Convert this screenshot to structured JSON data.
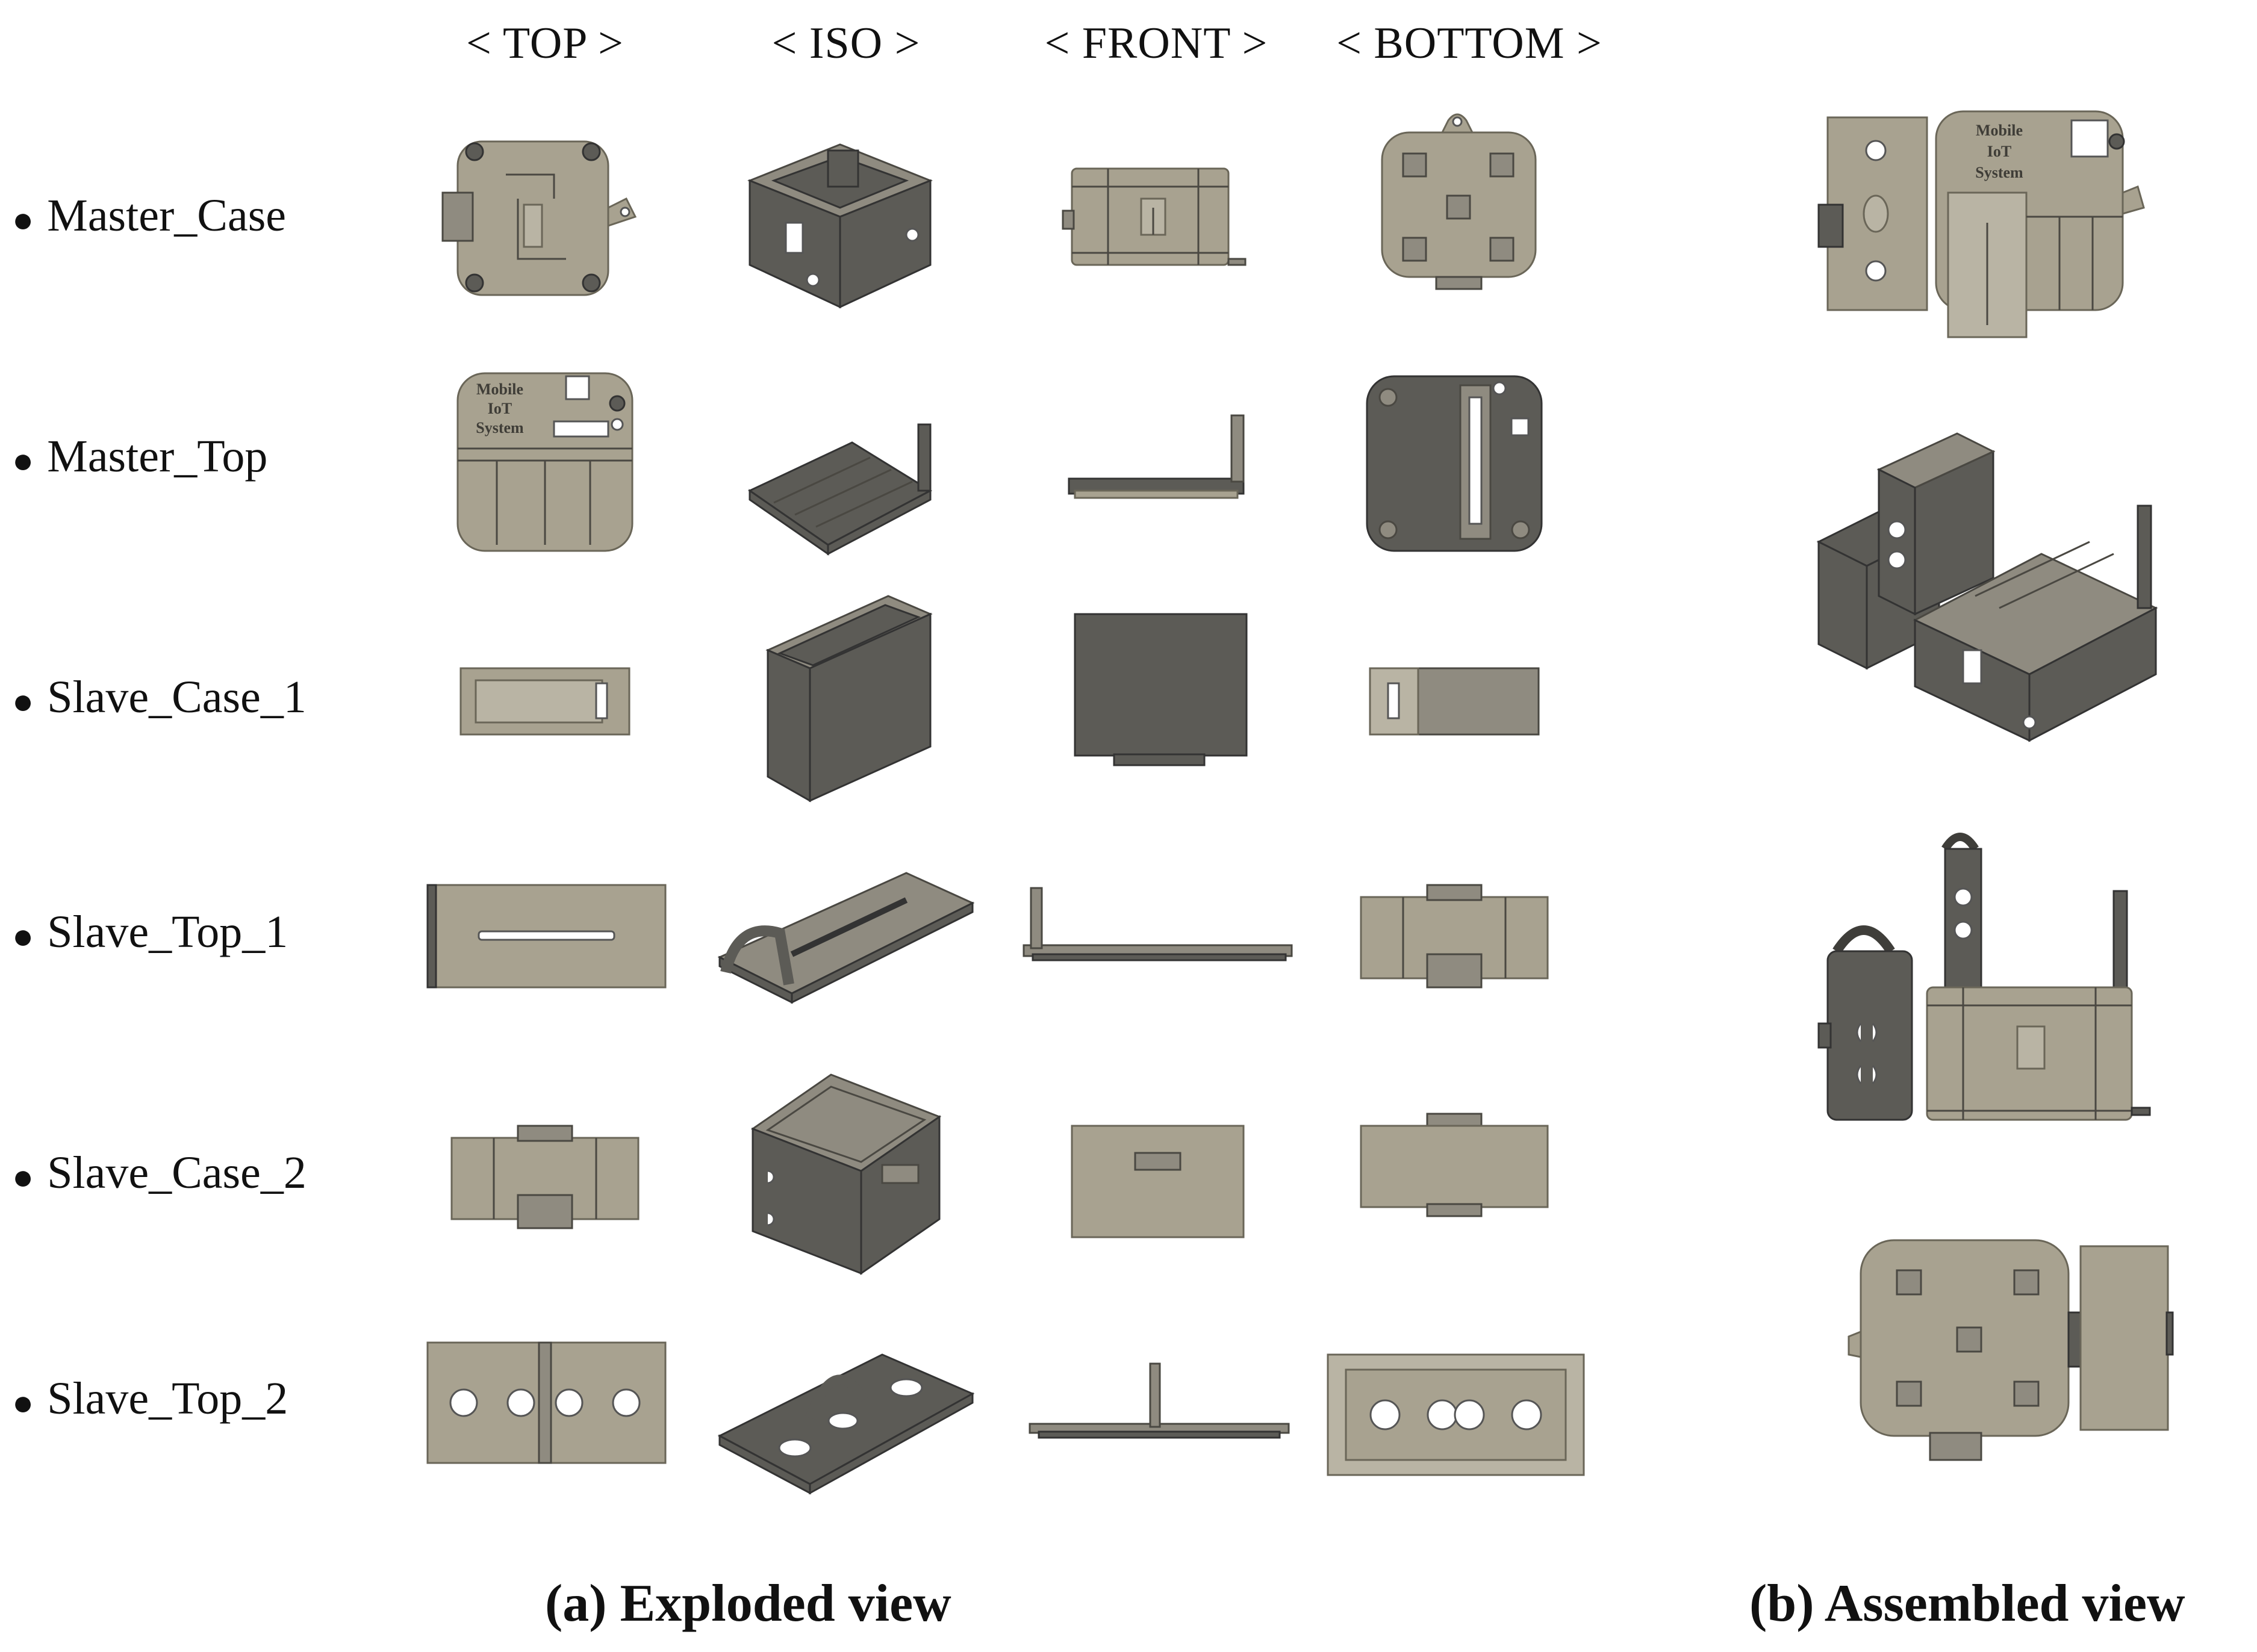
{
  "views": {
    "top": "< TOP >",
    "iso": "< ISO >",
    "front": "< FRONT >",
    "bottom": "< BOTTOM >"
  },
  "rows": [
    {
      "label": "Master_Case"
    },
    {
      "label": "Master_Top"
    },
    {
      "label": "Slave_Case_1"
    },
    {
      "label": "Slave_Top_1"
    },
    {
      "label": "Slave_Case_2"
    },
    {
      "label": "Slave_Top_2"
    }
  ],
  "engraving": {
    "line1": "Mobile",
    "line2": "IoT",
    "line3": "System"
  },
  "captions": {
    "exploded": "(a) Exploded view",
    "assembled": "(b) Assembled view"
  },
  "colors": {
    "part_light": "#a8a290",
    "part_dark": "#5c5b56",
    "background": "#ffffff"
  }
}
